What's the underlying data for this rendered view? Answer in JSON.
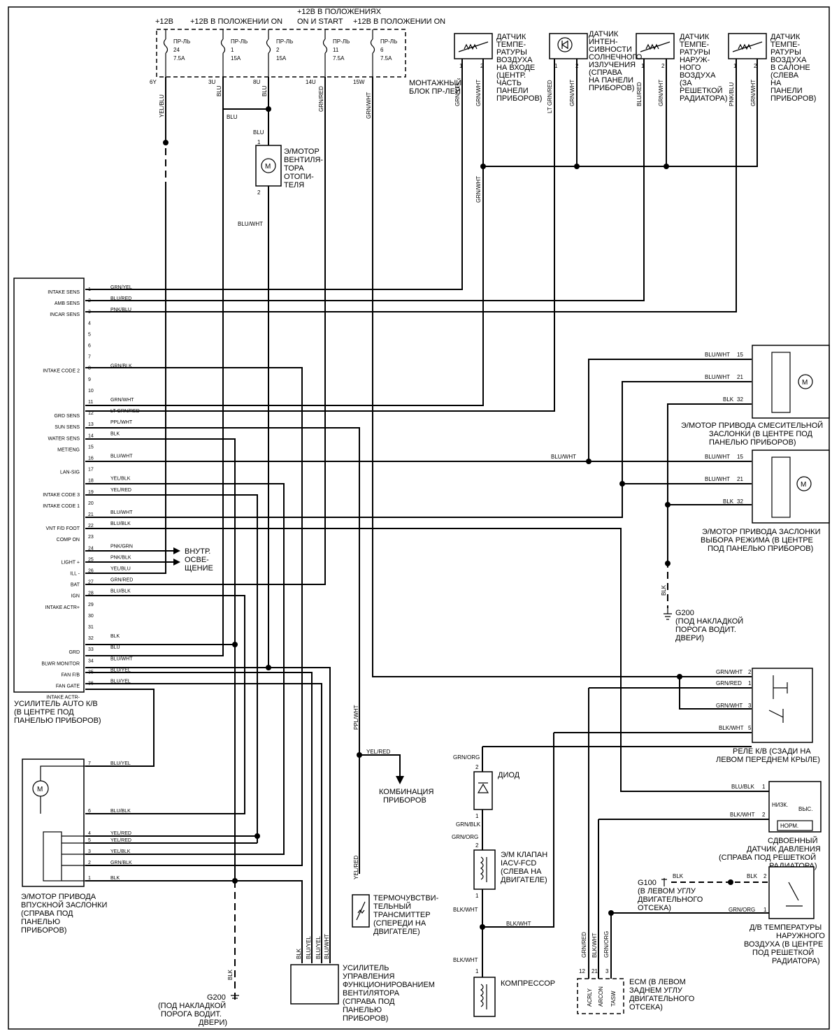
{
  "header": {
    "plus12": "+12В",
    "on": "+12В В ПОЛОЖЕНИИ ON",
    "on_start_1": "+12В В ПОЛОЖЕНИЯХ",
    "on_start_2": "ON И START",
    "on2": "+12В В ПОЛОЖЕНИИ ON"
  },
  "fuses": [
    {
      "name": "ПР-ЛЬ",
      "num": "24",
      "amp": "7.5A",
      "term": "6Y",
      "wire": "YEL/BLU"
    },
    {
      "name": "ПР-ЛЬ",
      "num": "1",
      "amp": "15A",
      "term": "3U",
      "wire": "BLU"
    },
    {
      "name": "ПР-ЛЬ",
      "num": "2",
      "amp": "15A",
      "term": "8U",
      "wire": "BLU"
    },
    {
      "name": "ПР-ЛЬ",
      "num": "11",
      "amp": "7.5A",
      "term": "14U",
      "wire": "GRN/RED"
    },
    {
      "name": "ПР-ЛЬ",
      "num": "6",
      "amp": "7.5A",
      "term": "15W",
      "wire": "GRN/WHT"
    }
  ],
  "fuse_block": [
    "МОНТАЖНЫЙ",
    "БЛОК ПР-ЛЕЙ"
  ],
  "sensors": {
    "intake": [
      "ДАТЧИК",
      "ТЕМПЕ-",
      "РАТУРЫ",
      "ВОЗДУХА",
      "НА ВХОДЕ",
      "(ЦЕНТР.",
      "ЧАСТЬ",
      "ПАНЕЛИ",
      "ПРИБОРОВ)"
    ],
    "sun": [
      "ДАТЧИК",
      "ИНТЕН-",
      "СИВНОСТИ",
      "СОЛНЕЧНОГО",
      "ИЗЛУЧЕНИЯ",
      "(СПРАВА",
      "НА ПАНЕЛИ",
      "ПРИБОРОВ)"
    ],
    "ambient": [
      "ДАТЧИК",
      "ТЕМПЕ-",
      "РАТУРЫ",
      "НАРУЖ-",
      "НОГО",
      "ВОЗДУХА",
      "(ЗА",
      "РЕШЕТКОЙ",
      "РАДИАТОРА)"
    ],
    "incar": [
      "ДАТЧИК",
      "ТЕМПЕ-",
      "РАТУРЫ",
      "ВОЗДУХА",
      "В САЛОНЕ",
      "(СЛЕВА",
      "НА",
      "ПАНЕЛИ",
      "ПРИБОРОВ)"
    ]
  },
  "sensor_wires": [
    "GRN/YEL",
    "GRN/WHT",
    "LT GRN/RED",
    "GRN/WHT",
    "BLU/RED",
    "GRN/WHT",
    "PNK/BLU",
    "GRN/WHT"
  ],
  "blower": {
    "label": [
      "Э/МОТОР",
      "ВЕНТИЛЯ-",
      "ТОРА",
      "ОТОПИ-",
      "ТЕЛЯ"
    ],
    "wire_in": "BLU",
    "wire_out": "BLU/WHT",
    "wire_top": "BLU"
  },
  "amp_pins": [
    {
      "n": "1",
      "label": "INTAKE SENS",
      "wire": "GRN/YEL"
    },
    {
      "n": "2",
      "label": "AMB SENS",
      "wire": "BLU/RED"
    },
    {
      "n": "3",
      "label": "INCAR SENS",
      "wire": "PNK/BLU"
    },
    {
      "n": "4",
      "label": "",
      "wire": ""
    },
    {
      "n": "5",
      "label": "",
      "wire": ""
    },
    {
      "n": "6",
      "label": "",
      "wire": ""
    },
    {
      "n": "7",
      "label": "",
      "wire": ""
    },
    {
      "n": "8",
      "label": "INTAKE CODE 2",
      "wire": "GRN/BLK"
    },
    {
      "n": "9",
      "label": "",
      "wire": ""
    },
    {
      "n": "10",
      "label": "",
      "wire": ""
    },
    {
      "n": "11",
      "label": "",
      "wire": "GRN/WHT"
    },
    {
      "n": "12",
      "label": "GRD SENS",
      "wire": "LT GRN/RED"
    },
    {
      "n": "13",
      "label": "SUN SENS",
      "wire": "PPL/WHT"
    },
    {
      "n": "14",
      "label": "WATER SENS",
      "wire": "BLK"
    },
    {
      "n": "15",
      "label": "MET/ENG",
      "wire": ""
    },
    {
      "n": "16",
      "label": "",
      "wire": "BLU/WHT"
    },
    {
      "n": "17",
      "label": "LAN-SIG",
      "wire": ""
    },
    {
      "n": "18",
      "label": "",
      "wire": "YEL/BLK"
    },
    {
      "n": "19",
      "label": "INTAKE CODE 3",
      "wire": "YEL/RED"
    },
    {
      "n": "20",
      "label": "INTAKE CODE 1",
      "wire": ""
    },
    {
      "n": "21",
      "label": "",
      "wire": "BLU/WHT"
    },
    {
      "n": "22",
      "label": "VNT F/D FOOT",
      "wire": "BLU/BLK"
    },
    {
      "n": "23",
      "label": "COMP ON",
      "wire": ""
    },
    {
      "n": "24",
      "label": "",
      "wire": "PNK/GRN"
    },
    {
      "n": "25",
      "label": "LIGHT +",
      "wire": "PNK/BLK"
    },
    {
      "n": "26",
      "label": "ILL -",
      "wire": "YEL/BLU"
    },
    {
      "n": "27",
      "label": "BAT",
      "wire": "GRN/RED"
    },
    {
      "n": "28",
      "label": "IGN",
      "wire": "BLU/BLK"
    },
    {
      "n": "29",
      "label": "INTAKE ACTR+",
      "wire": ""
    },
    {
      "n": "30",
      "label": "",
      "wire": ""
    },
    {
      "n": "31",
      "label": "",
      "wire": ""
    },
    {
      "n": "32",
      "label": "",
      "wire": "BLK"
    },
    {
      "n": "33",
      "label": "GRD",
      "wire": "BLU"
    },
    {
      "n": "34",
      "label": "BLWR MONITOR",
      "wire": "BLU/WHT"
    },
    {
      "n": "35",
      "label": "FAN F/B",
      "wire": "BLU/YEL"
    },
    {
      "n": "36",
      "label": "FAN GATE",
      "wire": "BLU/YEL"
    },
    {
      "n": "",
      "label": "INTAKE ACTR-",
      "wire": ""
    }
  ],
  "amp_caption": [
    "УСИЛИТЕЛЬ AUTO К/В",
    "(В ЦЕНТРЕ ПОД",
    "ПАНЕЛЬЮ ПРИБОРОВ)"
  ],
  "light_label": [
    "ВНУТР.",
    "ОСВЕ-",
    "ЩЕНИЕ"
  ],
  "mix_motor": {
    "label": [
      "Э/МОТОР ПРИВОДА СМЕСИТЕЛЬНОЙ",
      "ЗАСЛОНКИ (В ЦЕНТРЕ ПОД",
      "ПАНЕЛЬЮ ПРИБОРОВ)"
    ],
    "pins": [
      {
        "w": "BLU/WHT",
        "n": "15"
      },
      {
        "w": "BLU/WHT",
        "n": "21"
      },
      {
        "w": "BLK",
        "n": "32"
      }
    ]
  },
  "mode_motor": {
    "label": [
      "Э/МОТОР ПРИВОДА ЗАСЛОНКИ",
      "ВЫБОРА РЕЖИМА (В ЦЕНТРЕ",
      "ПОД ПАНЕЛЬЮ ПРИБОРОВ)"
    ],
    "pins": [
      {
        "w": "BLU/WHT",
        "n": "15"
      },
      {
        "w": "BLU/WHT",
        "n": "21"
      },
      {
        "w": "BLK",
        "n": "32"
      }
    ]
  },
  "bluwht_mid": "BLU/WHT",
  "g200_right": {
    "wire": "BLK",
    "label": [
      "G200",
      "(ПОД НАКЛАДКОЙ",
      "ПОРОГА ВОДИТ.",
      "ДВЕРИ)"
    ]
  },
  "relay": {
    "label": [
      "РЕЛЕ К/В (СЗАДИ НА",
      "ЛЕВОМ ПЕРЕДНЕМ КРЫЛЕ)"
    ],
    "pins": [
      {
        "w": "GRN/WHT",
        "n": "2"
      },
      {
        "w": "GRN/RED",
        "n": "1"
      },
      {
        "w": "GRN/WHT",
        "n": "3"
      },
      {
        "w": "BLK/WHT",
        "n": "5"
      }
    ]
  },
  "pressure": {
    "label": [
      "СДВОЕННЫЙ",
      "ДАТЧИК ДАВЛЕНИЯ",
      "(СПРАВА ПОД РЕШЕТКОЙ",
      "РАДИАТОРА)"
    ],
    "low": "НИЗК.",
    "high": "ВЫС.",
    "norm": "НОРМ.",
    "pins": [
      {
        "w": "BLU/BLK",
        "n": "1"
      },
      {
        "w": "BLK/WHT",
        "n": "2"
      }
    ]
  },
  "g100": {
    "label": [
      "G100",
      "(В ЛЕВОМ УГЛУ",
      "ДВИГАТЕЛЬНОГО",
      "ОТСЕКА)"
    ],
    "wire": "BLK"
  },
  "amb_switch": {
    "label": [
      "Д/В ТЕМПЕРАТУРЫ",
      "НАРУЖНОГО",
      "ВОЗДУХА (В ЦЕНТРЕ",
      "ПОД РЕШЕТКОЙ",
      "РАДИАТОРА)"
    ],
    "pins": [
      {
        "w": "BLK",
        "n": "2"
      },
      {
        "w": "GRN/ORG",
        "n": "1"
      }
    ]
  },
  "ecm": {
    "label": [
      "ECM (В ЛЕВОМ",
      "ЗАДНЕМ УГЛУ",
      "ДВИГАТЕЛЬНОГО",
      "ОТСЕКА)"
    ],
    "pins": [
      {
        "n": "12",
        "t": "ACRLY",
        "w": "GRN/RED"
      },
      {
        "n": "21",
        "t": "ARCON",
        "w": "BLK/WHT"
      },
      {
        "n": "3",
        "t": "TASW",
        "w": "GRN/ORG"
      }
    ]
  },
  "diode": {
    "label": "ДИОД",
    "w_top": "GRN/ORG",
    "w_bot": "GRN/BLK"
  },
  "valve": {
    "label": [
      "Э/М КЛАПАН",
      "IACV-FCD",
      "(СЛЕВА НА",
      "ДВИГАТЕЛЕ)"
    ],
    "w_top": "GRN/ORG",
    "w_bot": "BLK/WHT"
  },
  "compressor": {
    "label": "КОМПРЕССОР",
    "wire": "BLK/WHT",
    "w_right": "BLK/WHT"
  },
  "thermo": {
    "label": [
      "ТЕРМОЧУВСТВИ-",
      "ТЕЛЬНЫЙ",
      "ТРАНСМИТТЕР",
      "(СПЕРЕДИ НА",
      "ДВИГАТЕЛЕ)"
    ],
    "wire": "YEL/RED",
    "wire_up": "PPL/WHT"
  },
  "cluster": {
    "label": [
      "КОМБИНАЦИЯ",
      "ПРИБОРОВ"
    ],
    "wire": "YEL/RED"
  },
  "intake_motor": {
    "label": [
      "Э/МОТОР ПРИВОДА",
      "ВПУСКНОЙ ЗАСЛОНКИ",
      "(СПРАВА ПОД",
      "ПАНЕЛЬЮ",
      "ПРИБОРОВ)"
    ],
    "pins": [
      {
        "n": "7",
        "w": "BLU/YEL"
      },
      {
        "n": "6",
        "w": "BLU/BLK"
      },
      {
        "n": "4",
        "w": "YEL/RED"
      },
      {
        "n": "5",
        "w": "YEL/RED"
      },
      {
        "n": "3",
        "w": "YEL/BLK"
      },
      {
        "n": "2",
        "w": "GRN/BLK"
      },
      {
        "n": "1",
        "w": "BLK"
      }
    ]
  },
  "fan_amp": {
    "label": [
      "УСИЛИТЕЛЬ",
      "УПРАВЛЕНИЯ",
      "ФУНКЦИОНИРОВАНИЕМ",
      "ВЕНТИЛЯТОРА",
      "(СПРАВА ПОД",
      "ПАНЕЛЬЮ",
      "ПРИБОРОВ)"
    ],
    "wires": [
      "BLK",
      "BLU/YEL",
      "BLU/WHT"
    ]
  },
  "g200_bottom": {
    "wire": "BLK",
    "label": [
      "G200",
      "(ПОД НАКЛАДКОЙ",
      "ПОРОГА ВОДИТ.",
      "ДВЕРИ)"
    ]
  }
}
